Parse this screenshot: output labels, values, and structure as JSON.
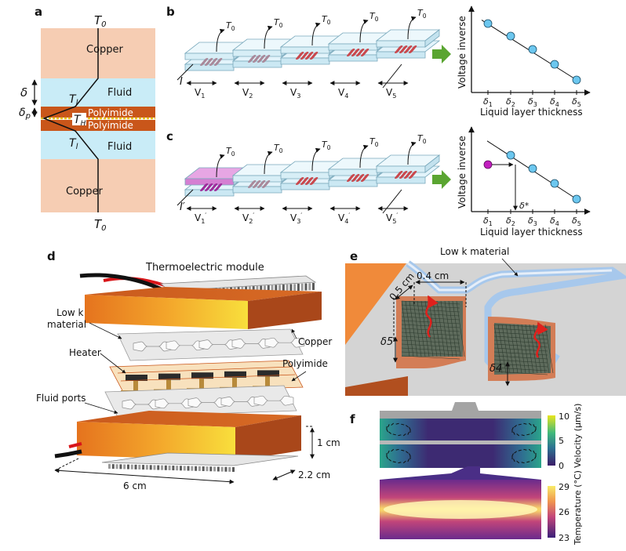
{
  "panels": {
    "a": "a",
    "b": "b",
    "c": "c",
    "d": "d",
    "e": "e",
    "f": "f"
  },
  "panel_a": {
    "t0_top": "T",
    "t0_sub": "0",
    "copper_top": "Copper",
    "fluid_top": "Fluid",
    "polyimide_top": "Polyimide",
    "polyimide_bottom": "Polyimide",
    "fluid_bottom": "Fluid",
    "copper_bottom": "Copper",
    "t_l_top": "T",
    "t_l_sub": "l",
    "t_h": "T",
    "t_h_sub": "H",
    "t_l_bottom": "T",
    "t_l_bottom_sub": "l",
    "delta": "δ",
    "delta_p": "δ",
    "delta_p_sub": "p",
    "t0_bottom": "T",
    "t0_bottom_sub": "0"
  },
  "panel_b": {
    "current": "I",
    "delta": "δ",
    "t0_labels": [
      "T0",
      "T0",
      "T0",
      "T0",
      "T0"
    ],
    "voltages": [
      "V1",
      "V2",
      "V3",
      "V4",
      "V5"
    ]
  },
  "panel_c": {
    "current": "I′",
    "t0_labels": [
      "T0",
      "T0",
      "T0",
      "T0",
      "T0"
    ],
    "voltages": [
      "V1′",
      "V2′",
      "V3′",
      "V4′",
      "V5′"
    ],
    "delta_star": "δ*"
  },
  "graph_b": {
    "ylabel": "Voltage inverse",
    "xlabel": "Liquid layer thickness",
    "ticks": [
      "δ1",
      "δ2",
      "δ3",
      "δ4",
      "δ5"
    ],
    "values": [
      0.88,
      0.72,
      0.55,
      0.36,
      0.16
    ]
  },
  "graph_c": {
    "ylabel": "Voltage inverse",
    "xlabel": "Liquid layer thickness",
    "ticks": [
      "δ1",
      "δ2",
      "δ3",
      "δ4",
      "δ5"
    ],
    "values": [
      0.72,
      0.55,
      0.36,
      0.16
    ],
    "unknown_value": 0.6
  },
  "panel_d": {
    "module": "Thermoelectric module",
    "lowk_line1": "Low k",
    "lowk_line2": "material",
    "copper": "Copper",
    "heater": "Heater",
    "polyimide": "Polyimide",
    "fluid_ports": "Fluid ports",
    "height": "1 cm",
    "width": "2.2 cm",
    "length": "6 cm"
  },
  "panel_e": {
    "lowk": "Low k material",
    "dim1": "0.5 cm",
    "dim2": "0.4 cm",
    "delta5": "δ5",
    "delta4": "δ4"
  },
  "panel_f": {
    "velocity_label": "Velocity (µm/s)",
    "velocity_ticks": [
      "10",
      "5",
      "0"
    ],
    "temperature_label": "Temperature (°C)",
    "temperature_ticks": [
      "29",
      "26",
      "23"
    ]
  },
  "colors": {
    "copper": "#f6cdb3",
    "fluid": "#c9ecf7",
    "polyimide": "#c9561a",
    "point": "#6cc7ef",
    "magenta": "#c21fbf",
    "arrow_green": "#5aa531"
  }
}
